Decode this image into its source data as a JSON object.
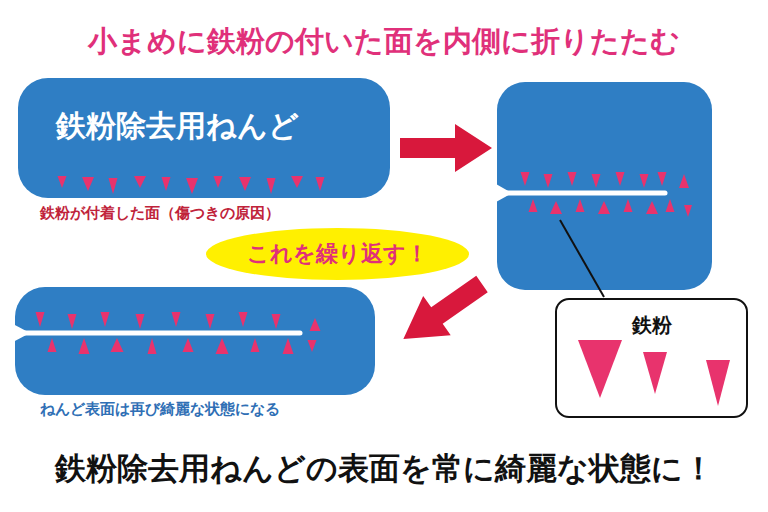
{
  "diagram": {
    "title": "小まめに鉄粉の付いた面を内側に折りたたむ",
    "caption": "鉄粉除去用ねんどの表面を常に綺麗な状態に！",
    "nodes": [
      {
        "text": [
          "鉄粉除去用ねんど"
        ]
      },
      {
        "text": [
          "これを繰り返す！"
        ]
      },
      {
        "text": [
          "鉄粉"
        ]
      }
    ],
    "labels": [
      "鉄粉が付着した面（傷つきの原因）",
      "ねんど表面は再び綺麗な状態になる"
    ]
  }
}
